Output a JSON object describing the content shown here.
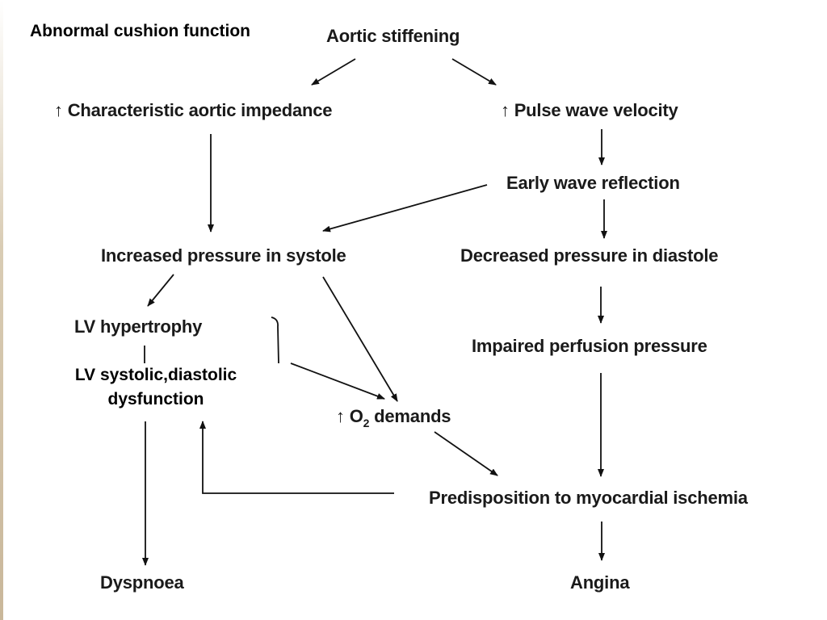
{
  "title": "Abnormal cushion function",
  "nodes": {
    "aortic_stiffening": "Aortic stiffening",
    "char_impedance": "↑ Characteristic aortic impedance",
    "pulse_wave_velocity": "↑ Pulse wave velocity",
    "early_wave_reflection": "Early wave reflection",
    "increased_pressure_systole": "Increased pressure in systole",
    "decreased_pressure_diastole": "Decreased pressure in diastole",
    "lv_hypertrophy": "LV hypertrophy",
    "lv_dysfunction_line1": "LV systolic,diastolic",
    "lv_dysfunction_line2": "dysfunction",
    "impaired_perfusion": "Impaired perfusion pressure",
    "o2_demands_arrow": "↑",
    "o2_demands_o": "O",
    "o2_demands_sub": "2",
    "o2_demands_rest": " demands",
    "myocardial_ischemia": "Predisposition to myocardial ischemia",
    "dyspnoea": "Dyspnoea",
    "angina": "Angina"
  }
}
